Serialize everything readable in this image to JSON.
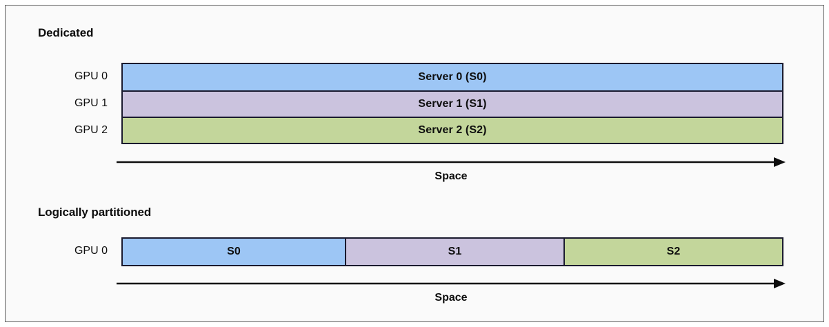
{
  "figure": {
    "background_color": "#fafafa",
    "border_color": "#5a5a5a",
    "outline_color": "#1a1a2e"
  },
  "colors": {
    "server0_blue": "#9dc6f5",
    "server1_purple": "#cbc3de",
    "server2_green": "#c3d69b"
  },
  "sections": {
    "dedicated": {
      "heading": "Dedicated",
      "rows": [
        {
          "row_label": "GPU 0",
          "bar_label": "Server 0 (S0)",
          "color": "#9dc6f5"
        },
        {
          "row_label": "GPU 1",
          "bar_label": "Server 1 (S1)",
          "color": "#cbc3de"
        },
        {
          "row_label": "GPU 2",
          "bar_label": "Server 2 (S2)",
          "color": "#c3d69b"
        }
      ],
      "axis_caption": "Space"
    },
    "partitioned": {
      "heading": "Logically partitioned",
      "row_label": "GPU 0",
      "segments": [
        {
          "label": "S0",
          "color": "#9dc6f5"
        },
        {
          "label": "S1",
          "color": "#cbc3de"
        },
        {
          "label": "S2",
          "color": "#c3d69b"
        }
      ],
      "axis_caption": "Space"
    }
  },
  "icons": {
    "axis_arrow": "arrow-right-icon"
  }
}
